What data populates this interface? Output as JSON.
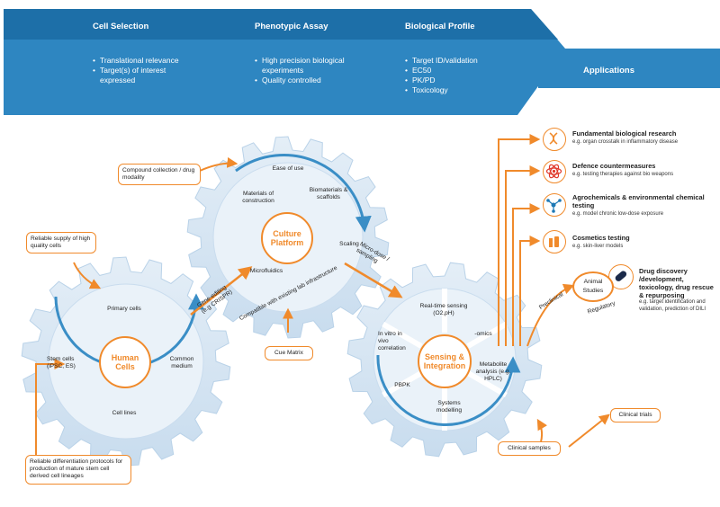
{
  "header": {
    "cell_selection": {
      "title": "Cell Selection",
      "bullets": [
        "Translational relevance",
        "Target(s) of interest expressed"
      ]
    },
    "phenotypic_assay": {
      "title": "Phenotypic Assay",
      "bullets": [
        "High precision biological experiments",
        "Quality controlled"
      ]
    },
    "biological_profile": {
      "title": "Biological Profile",
      "bullets": [
        "Target ID/validation",
        "EC50",
        "PK/PD",
        "Toxicology"
      ]
    },
    "applications": "Applications"
  },
  "gears": {
    "human_cells": {
      "hub": "Human Cells",
      "labels": {
        "primary": "Primary cells",
        "stem": "Stem cells (iPSC, ES)",
        "common": "Common medium",
        "lines": "Cell lines"
      }
    },
    "culture_platform": {
      "hub": "Culture Platform",
      "labels": {
        "ease": "Ease of use",
        "materials": "Materials of construction",
        "biomaterials": "Biomaterials & scaffolds",
        "scaling": "Scaling",
        "microfluidics": "Microfluidics",
        "compatible": "Compatible with existing lab infrastructure"
      }
    },
    "sensing": {
      "hub": "Sensing & Integration",
      "labels": {
        "realtime": "Real-time sensing (O2,pH)",
        "invivo": "In vitro in vivo correlation",
        "omics": "-omics",
        "pbpk": "PBPK",
        "metabolite": "Metabolite analysis (e.g. HPLC)",
        "systems": "Systems modelling"
      }
    }
  },
  "connectors": {
    "gene_editing": "Gene-editing (e.g CRISPR)",
    "micro_dose": "Micro-dose / sampling"
  },
  "callouts": {
    "compound": "Compound collection / drug modality",
    "reliable_supply": "Reliable supply of high quality cells",
    "cue_matrix": "Cue Matrix",
    "differentiation": "Reliable differentiation protocols for production of mature stem cell derived cell lineages",
    "clinical_trials": "Clinical trials",
    "clinical_samples": "Clinical samples"
  },
  "applications": [
    {
      "title": "Fundamental biological research",
      "sub": "e.g. organ crosstalk in inflammatory disease",
      "icon": "dna-icon"
    },
    {
      "title": "Defence countermeasures",
      "sub": "e.g. testing therapies against bio weapons",
      "icon": "atom-icon"
    },
    {
      "title": "Agrochemicals & environmental chemical testing",
      "sub": "e.g. model chronic low-dose exposure",
      "icon": "molecule-icon"
    },
    {
      "title": "Cosmetics testing",
      "sub": "e.g. skin-liver models",
      "icon": "cosmetics-icon"
    }
  ],
  "drug_discovery": {
    "title": "Drug discovery /development, toxicology, drug rescue & repurposing",
    "sub": "e.g. target identification and validation, prediction of DILI",
    "icon": "pill-icon"
  },
  "animal": {
    "label": "Animal Studies",
    "preclinical": "Preclinical",
    "regulatory": "Regulatory"
  },
  "colors": {
    "dark_blue": "#1e79b5",
    "mid_blue": "#3a8ec6",
    "light_blue": "#d5e5f2",
    "orange": "#f08a2b"
  }
}
